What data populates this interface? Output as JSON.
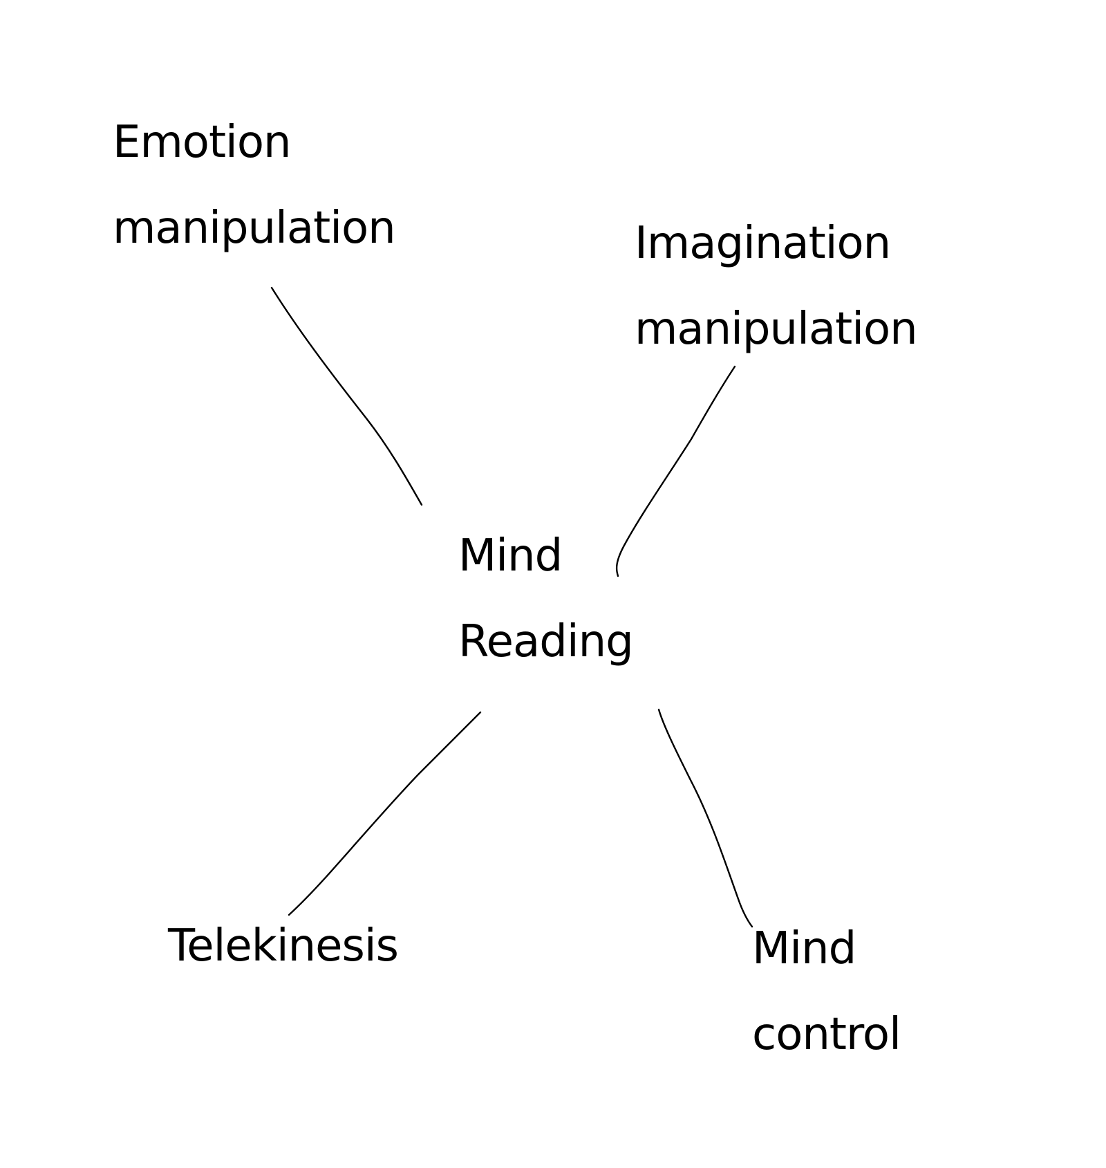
{
  "diagram": {
    "center": {
      "line1": "Mind",
      "line2": "Reading"
    },
    "branches": {
      "emotion": {
        "line1": "Emotion",
        "line2": "manipulation"
      },
      "imagination": {
        "line1": "Imagination",
        "line2": "manipulation"
      },
      "telekinesis": {
        "line1": "Telekinesis"
      },
      "mind_control": {
        "line1": "Mind",
        "line2": "control"
      }
    },
    "colors": {
      "ink": "#000000",
      "background": "#ffffff"
    }
  }
}
